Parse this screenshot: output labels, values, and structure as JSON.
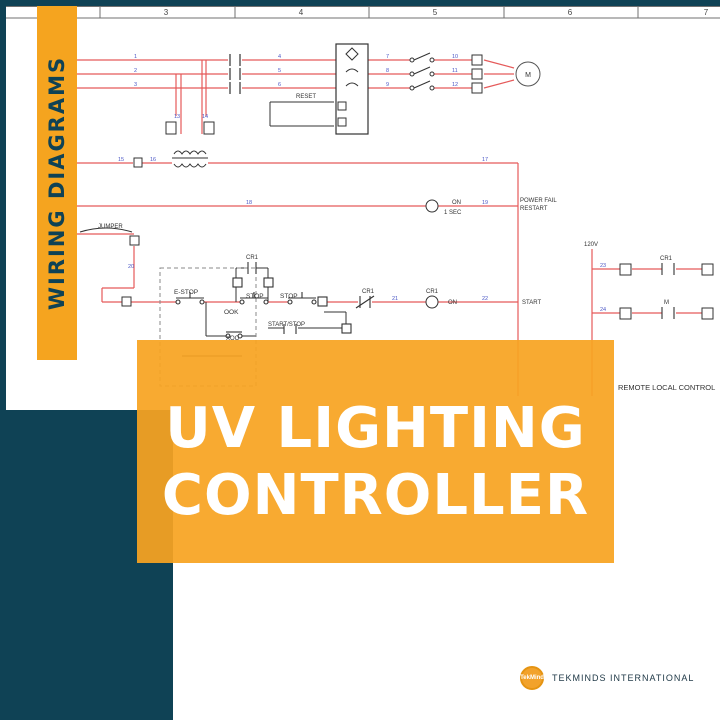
{
  "banner": {
    "label": "WIRING DIAGRAMS"
  },
  "title": {
    "line1": "UV LIGHTING",
    "line2": "CONTROLLER"
  },
  "brand": {
    "logo_text": "TekMind",
    "name": "TEKMINDS INTERNATIONAL"
  },
  "diagram": {
    "columns": [
      "3",
      "4",
      "5",
      "6",
      "7"
    ],
    "labels": {
      "jumper": "JUMPER",
      "estop": "E-STOP",
      "stop1": "STOP",
      "stop2": "STOP",
      "start_stop": "START/STOP",
      "ook": "OOK",
      "xoo": "XOO",
      "cr1_a": "CR1",
      "cr1_b": "CR1",
      "cr1_c": "CR1",
      "cr1_d": "CR1",
      "m": "M",
      "on1": "ON",
      "on2": "ON",
      "sec": "1 SEC",
      "power_fail": "POWER FAIL",
      "restart": "RESTART",
      "start": "START",
      "remote": "REMOTE LOCAL CONTROL",
      "v120": "120V",
      "reset": "RESET",
      "motor": "M"
    },
    "wire_numbers": [
      "1",
      "2",
      "3",
      "4",
      "5",
      "6",
      "7",
      "8",
      "9",
      "10",
      "11",
      "12",
      "13",
      "14",
      "15",
      "16",
      "17",
      "18",
      "19",
      "20",
      "21",
      "22",
      "23",
      "24"
    ]
  },
  "colors": {
    "navy": "#0f4255",
    "orange": "#f5a41f",
    "wire_red": "#e55a5a",
    "label_blue": "#4b57c6"
  }
}
